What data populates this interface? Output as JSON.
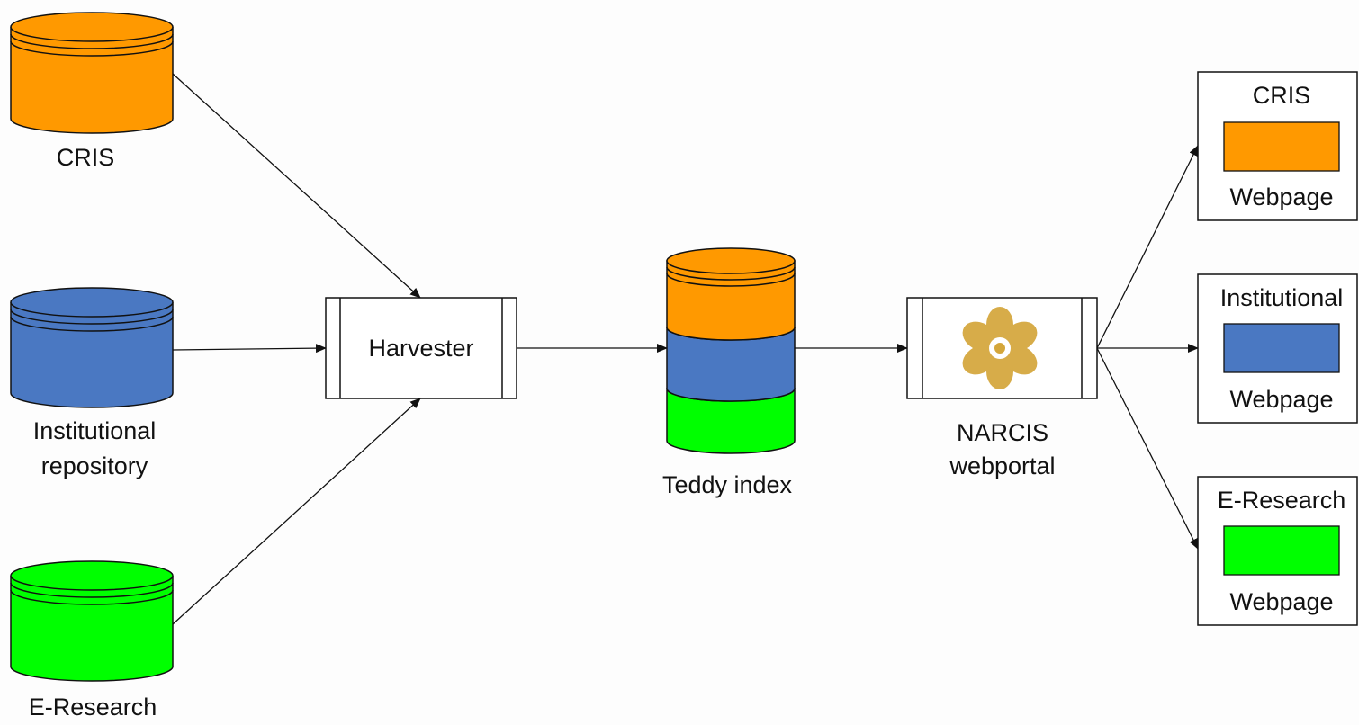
{
  "sources": {
    "cris": {
      "label": "CRIS"
    },
    "institutional": {
      "label_line1": "Institutional",
      "label_line2": "repository"
    },
    "eresearch": {
      "label": "E-Research"
    }
  },
  "harvester": {
    "label": "Harvester"
  },
  "index": {
    "label": "Teddy index"
  },
  "portal": {
    "label_line1": "NARCIS",
    "label_line2": "webportal"
  },
  "webpages": [
    {
      "title": "CRIS",
      "caption": "Webpage"
    },
    {
      "title": "Institutional",
      "caption": "Webpage"
    },
    {
      "title": "E-Research",
      "caption": "Webpage"
    }
  ],
  "colors": {
    "orange": "#ff9900",
    "blue": "#4a78c2",
    "green": "#00ff00",
    "logo": "#d4a63a",
    "stroke": "#111111"
  },
  "icons": {
    "portal_logo": "narcis-flower-logo-icon"
  }
}
